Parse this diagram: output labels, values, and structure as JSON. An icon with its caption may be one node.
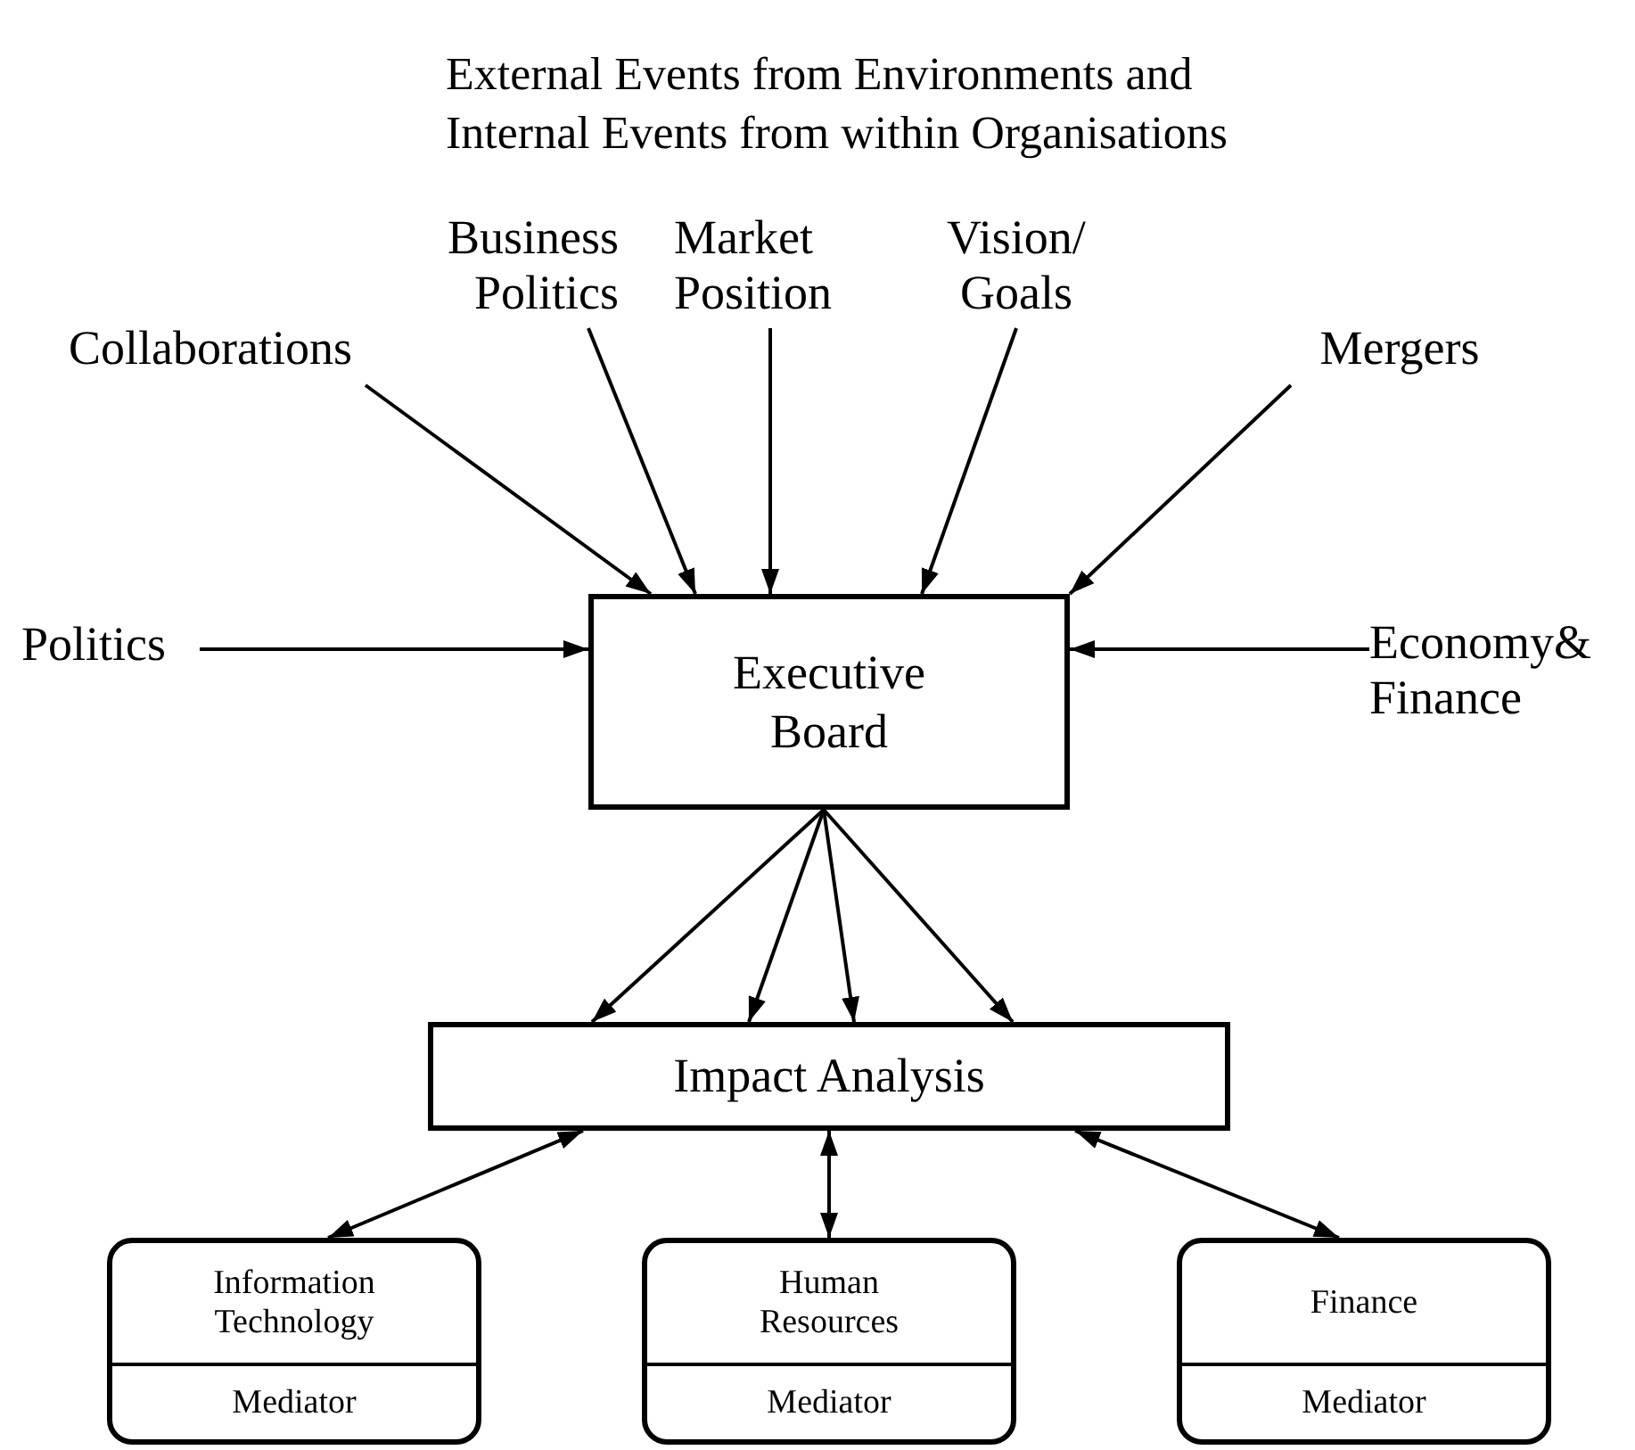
{
  "diagram": {
    "title": "External Events from Environments and Internal Events from within Organisations",
    "nodes": [
      {
        "text": [
          "Collaborations"
        ]
      },
      {
        "text": [
          "Business Politics"
        ]
      },
      {
        "text": [
          "Market Position"
        ]
      },
      {
        "text": [
          "Vision/ Goals"
        ]
      },
      {
        "text": [
          "Mergers"
        ]
      },
      {
        "text": [
          "Politics"
        ]
      },
      {
        "text": [
          "Executive Board"
        ]
      },
      {
        "text": [
          "Economy& Finance"
        ]
      },
      {
        "text": [
          "Impact Analysis"
        ]
      },
      {
        "text": [
          "Information Technology",
          "Mediator"
        ]
      },
      {
        "text": [
          "Human Resources",
          "Mediator"
        ]
      },
      {
        "text": [
          "Finance",
          "Mediator"
        ]
      }
    ],
    "edges": [
      {
        "from": 0,
        "to": 6,
        "arrow": "to"
      },
      {
        "from": 1,
        "to": 6,
        "arrow": "to"
      },
      {
        "from": 2,
        "to": 6,
        "arrow": "to"
      },
      {
        "from": 3,
        "to": 6,
        "arrow": "to"
      },
      {
        "from": 4,
        "to": 6,
        "arrow": "to"
      },
      {
        "from": 5,
        "to": 6,
        "arrow": "to"
      },
      {
        "from": 7,
        "to": 6,
        "arrow": "to"
      },
      {
        "from": 6,
        "to": 8,
        "arrow": "to"
      },
      {
        "from": 6,
        "to": 8,
        "arrow": "to"
      },
      {
        "from": 6,
        "to": 8,
        "arrow": "to"
      },
      {
        "from": 6,
        "to": 8,
        "arrow": "to"
      },
      {
        "from": 8,
        "to": 9,
        "arrow": "both"
      },
      {
        "from": 8,
        "to": 10,
        "arrow": "both"
      },
      {
        "from": 8,
        "to": 11,
        "arrow": "both"
      }
    ]
  }
}
